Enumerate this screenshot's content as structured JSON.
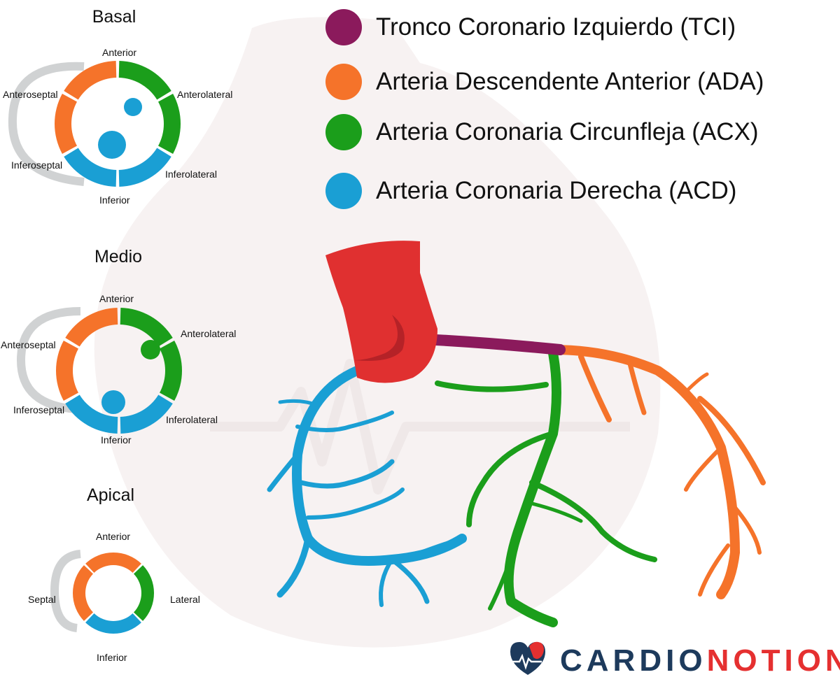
{
  "colors": {
    "tci": "#8b1a5c",
    "ada": "#f5732a",
    "acx": "#1b9e1b",
    "acd": "#1a9fd4",
    "aorta": "#e03030",
    "aorta_dark": "#b52227",
    "ghost": "#f3e8e8",
    "septum": "#d0d2d3",
    "brand_dark": "#1d3a5c",
    "brand_red": "#e53030"
  },
  "legend": [
    {
      "color_key": "tci",
      "label": "Tronco Coronario Izquierdo (TCI)"
    },
    {
      "color_key": "ada",
      "label": "Arteria Descendente Anterior (ADA)"
    },
    {
      "color_key": "acx",
      "label": "Arteria Coronaria Circunfleja (ACX)"
    },
    {
      "color_key": "acd",
      "label": "Arteria Coronaria Derecha (ACD)"
    }
  ],
  "sections": {
    "basal": {
      "title": "Basal",
      "labels": {
        "anterior": "Anterior",
        "anterolateral": "Anterolateral",
        "inferolateral": "Inferolateral",
        "inferior": "Inferior",
        "inferoseptal": "Inferoseptal",
        "anteroseptal": "Anteroseptal"
      }
    },
    "medio": {
      "title": "Medio",
      "labels": {
        "anterior": "Anterior",
        "anterolateral": "Anterolateral",
        "inferolateral": "Inferolateral",
        "inferior": "Inferior",
        "inferoseptal": "Inferoseptal",
        "anteroseptal": "Anteroseptal"
      }
    },
    "apical": {
      "title": "Apical",
      "labels": {
        "anterior": "Anterior",
        "lateral": "Lateral",
        "inferior": "Inferior",
        "septal": "Septal"
      }
    }
  },
  "brand": {
    "part1": "CARDIO",
    "part2": "NOTION",
    "logo_icon": "heart-ecg-logo"
  }
}
